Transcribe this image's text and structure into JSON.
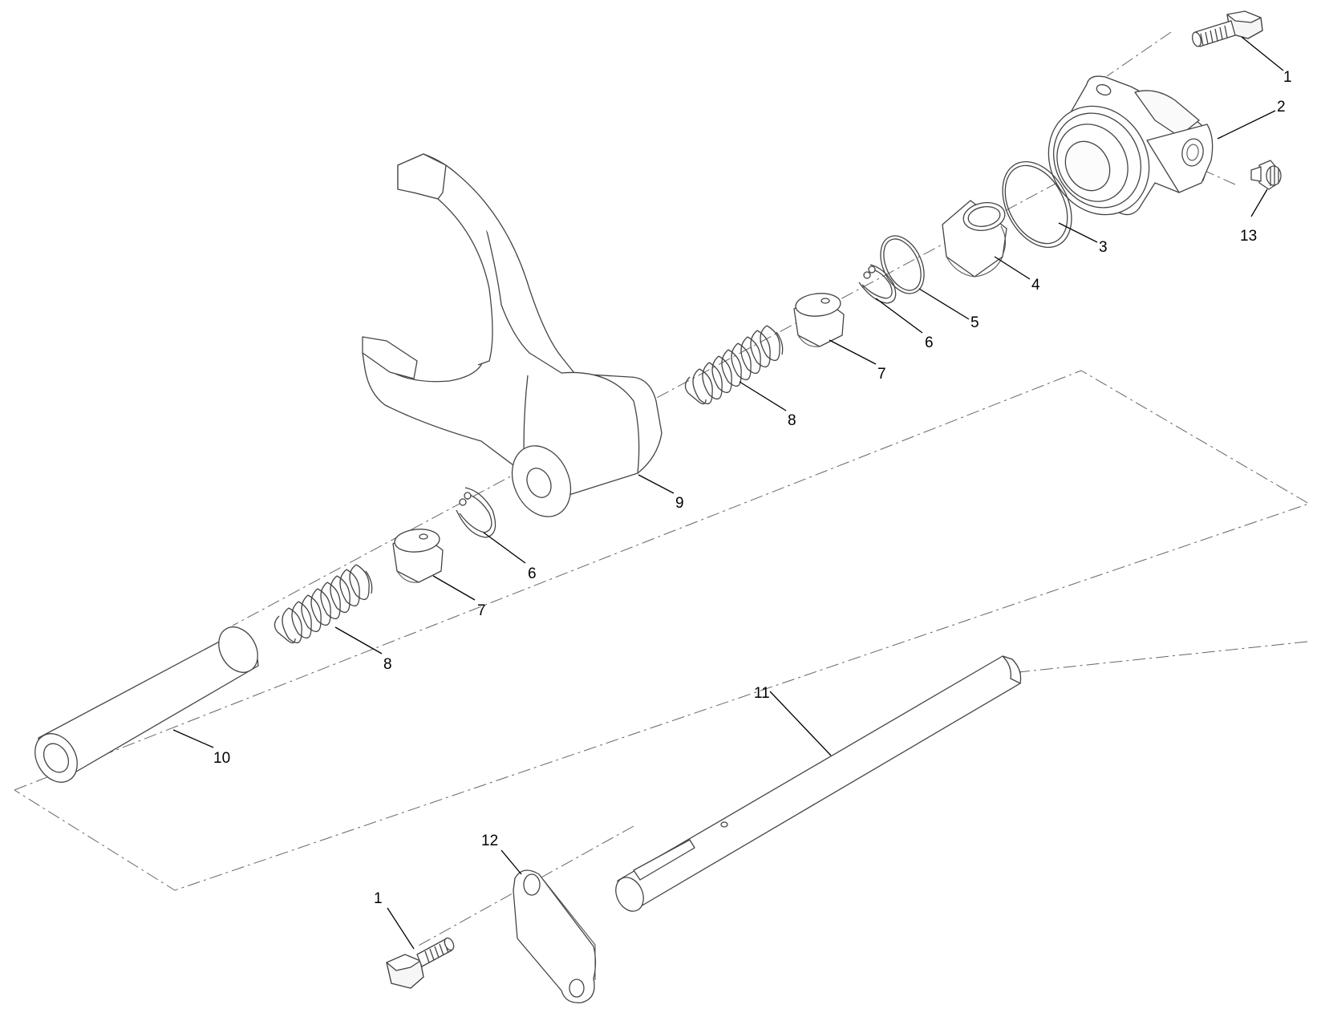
{
  "diagram": {
    "callouts": [
      {
        "id": "c1a",
        "label": "1"
      },
      {
        "id": "c2",
        "label": "2"
      },
      {
        "id": "c13",
        "label": "13"
      },
      {
        "id": "c3",
        "label": "3"
      },
      {
        "id": "c4",
        "label": "4"
      },
      {
        "id": "c5",
        "label": "5"
      },
      {
        "id": "c6a",
        "label": "6"
      },
      {
        "id": "c7a",
        "label": "7"
      },
      {
        "id": "c8a",
        "label": "8"
      },
      {
        "id": "c9",
        "label": "9"
      },
      {
        "id": "c6b",
        "label": "6"
      },
      {
        "id": "c7b",
        "label": "7"
      },
      {
        "id": "c8b",
        "label": "8"
      },
      {
        "id": "c10",
        "label": "10"
      },
      {
        "id": "c11",
        "label": "11"
      },
      {
        "id": "c12",
        "label": "12"
      },
      {
        "id": "c1b",
        "label": "1"
      }
    ]
  }
}
